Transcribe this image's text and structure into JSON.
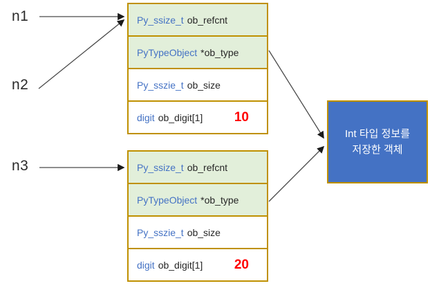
{
  "diagram": {
    "variables": [
      {
        "label": "n1"
      },
      {
        "label": "n2"
      },
      {
        "label": "n3"
      }
    ],
    "objects": [
      {
        "name": "int-object-10",
        "rows": [
          {
            "type": "Py_ssize_t",
            "field": "ob_refcnt"
          },
          {
            "type": "PyTypeObject",
            "field": "*ob_type"
          },
          {
            "type": "Py_sszie_t",
            "field": "ob_size"
          },
          {
            "type": "digit",
            "field": "ob_digit[1]",
            "value": "10"
          }
        ]
      },
      {
        "name": "int-object-20",
        "rows": [
          {
            "type": "Py_ssize_t",
            "field": "ob_refcnt"
          },
          {
            "type": "PyTypeObject",
            "field": "*ob_type"
          },
          {
            "type": "Py_sszie_t",
            "field": "ob_size"
          },
          {
            "type": "digit",
            "field": "ob_digit[1]",
            "value": "20"
          }
        ]
      }
    ],
    "type_object_box": {
      "line1": "Int 타입 정보를",
      "line2": "저장한 객체"
    },
    "colors": {
      "box_border": "#BF9000",
      "row_highlight_fill": "#E2EFDA",
      "type_name_text": "#4472C4",
      "value_text": "#FF0000",
      "type_box_fill": "#4472C4",
      "type_box_text": "#FFFFFF",
      "arrow_stroke": "#4A4A4A"
    }
  }
}
